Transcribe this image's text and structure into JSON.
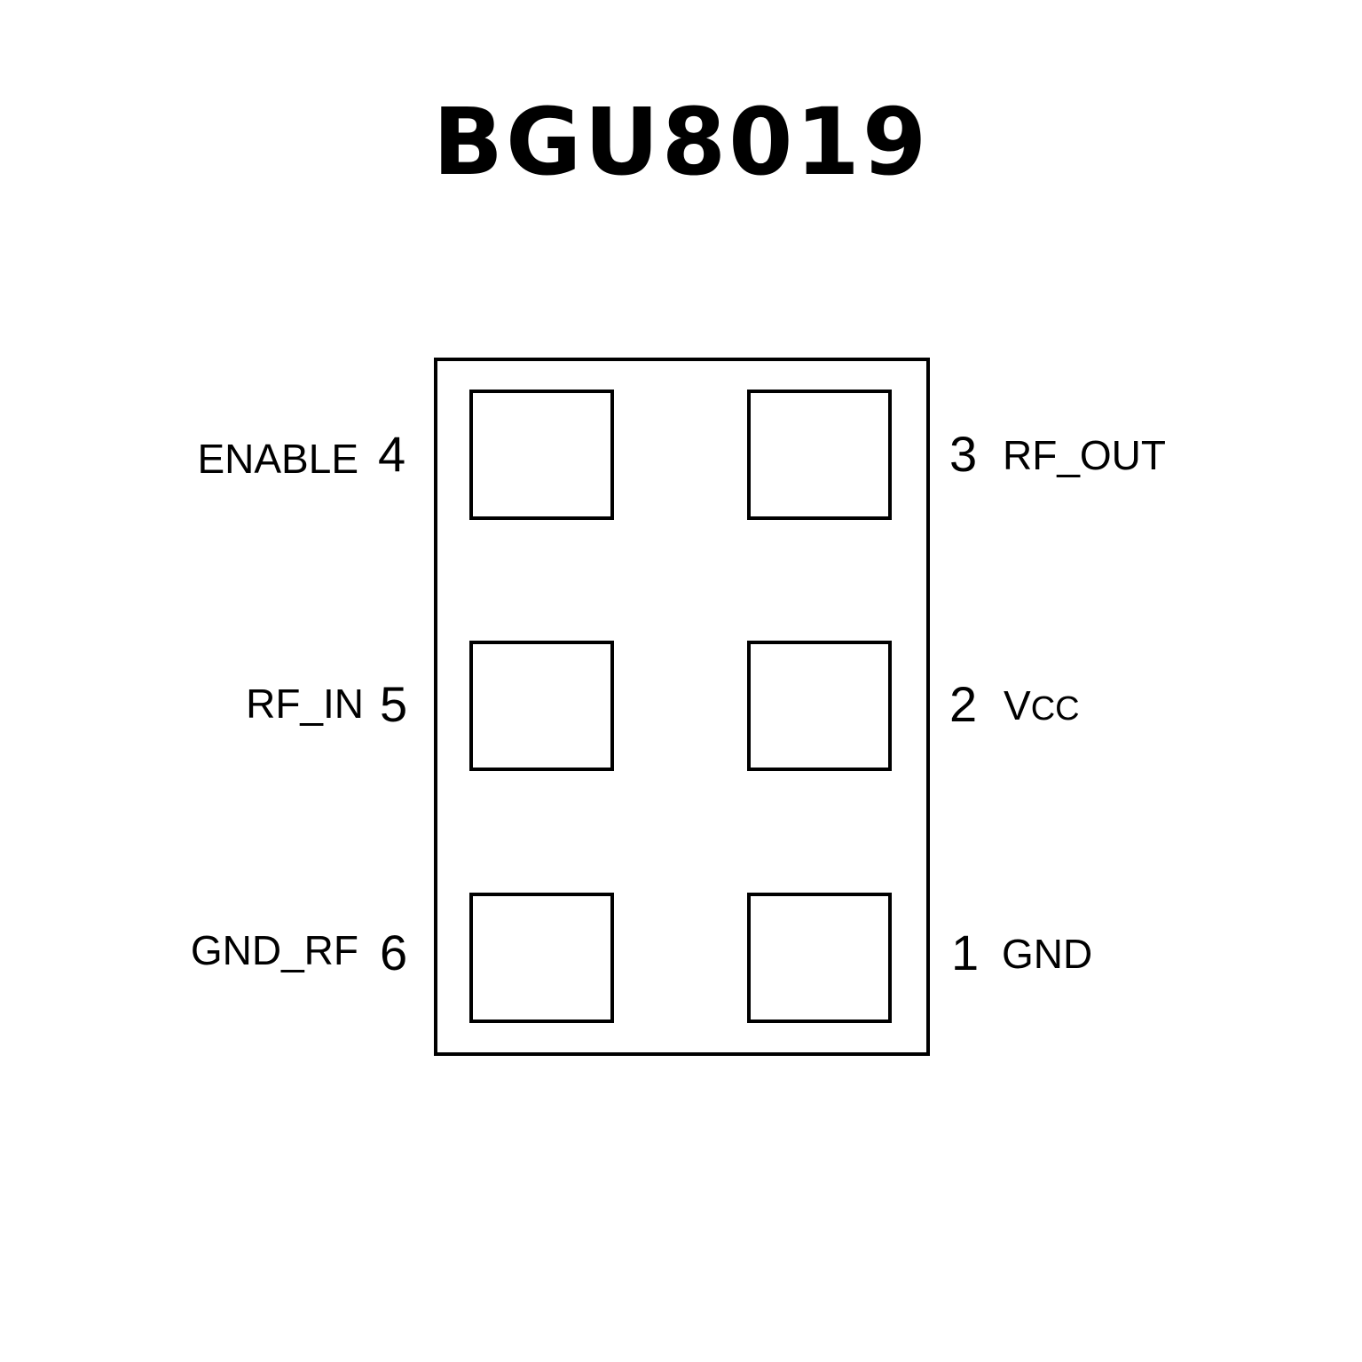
{
  "title": "BGU8019",
  "pins": {
    "p4": {
      "number": "4",
      "name": "ENABLE"
    },
    "p5": {
      "number": "5",
      "name": "RF_IN"
    },
    "p6": {
      "number": "6",
      "name": "GND_RF"
    },
    "p3": {
      "number": "3",
      "name": "RF_OUT"
    },
    "p2": {
      "number": "2",
      "name_main": "V",
      "name_sub": "CC"
    },
    "p1": {
      "number": "1",
      "name": "GND"
    }
  }
}
